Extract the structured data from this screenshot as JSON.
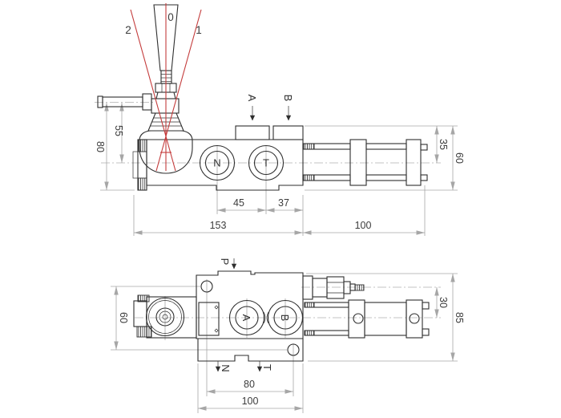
{
  "drawing": {
    "colors": {
      "geometry": "#2e2e2e",
      "dimension_lines": "#a6a6a6",
      "text": "#3c3c3c",
      "lever_travel_red": "#c43c3c"
    },
    "top_view": {
      "lever": {
        "position_neutral": "0",
        "position_left": "2",
        "position_right": "1"
      },
      "ports": {
        "top_a": "A",
        "top_b": "B",
        "face_n": "N",
        "face_t": "T"
      },
      "dims": {
        "pin_to_axis": "55",
        "pin_to_base": "80",
        "port_face_to_axis": "35",
        "body_height": "60",
        "port_spacing": "45",
        "port_to_end": "37",
        "body_length": "153",
        "rod_length": "100"
      }
    },
    "bottom_view": {
      "ports": {
        "top_p": "P",
        "face_a": "A",
        "face_b": "B",
        "bottom_n": "N",
        "bottom_t": "T"
      },
      "dims": {
        "hole_vertical": "60",
        "valve_axis_offset": "30",
        "overall_width": "85",
        "hole_spacing": "80",
        "body_width": "100"
      }
    }
  }
}
